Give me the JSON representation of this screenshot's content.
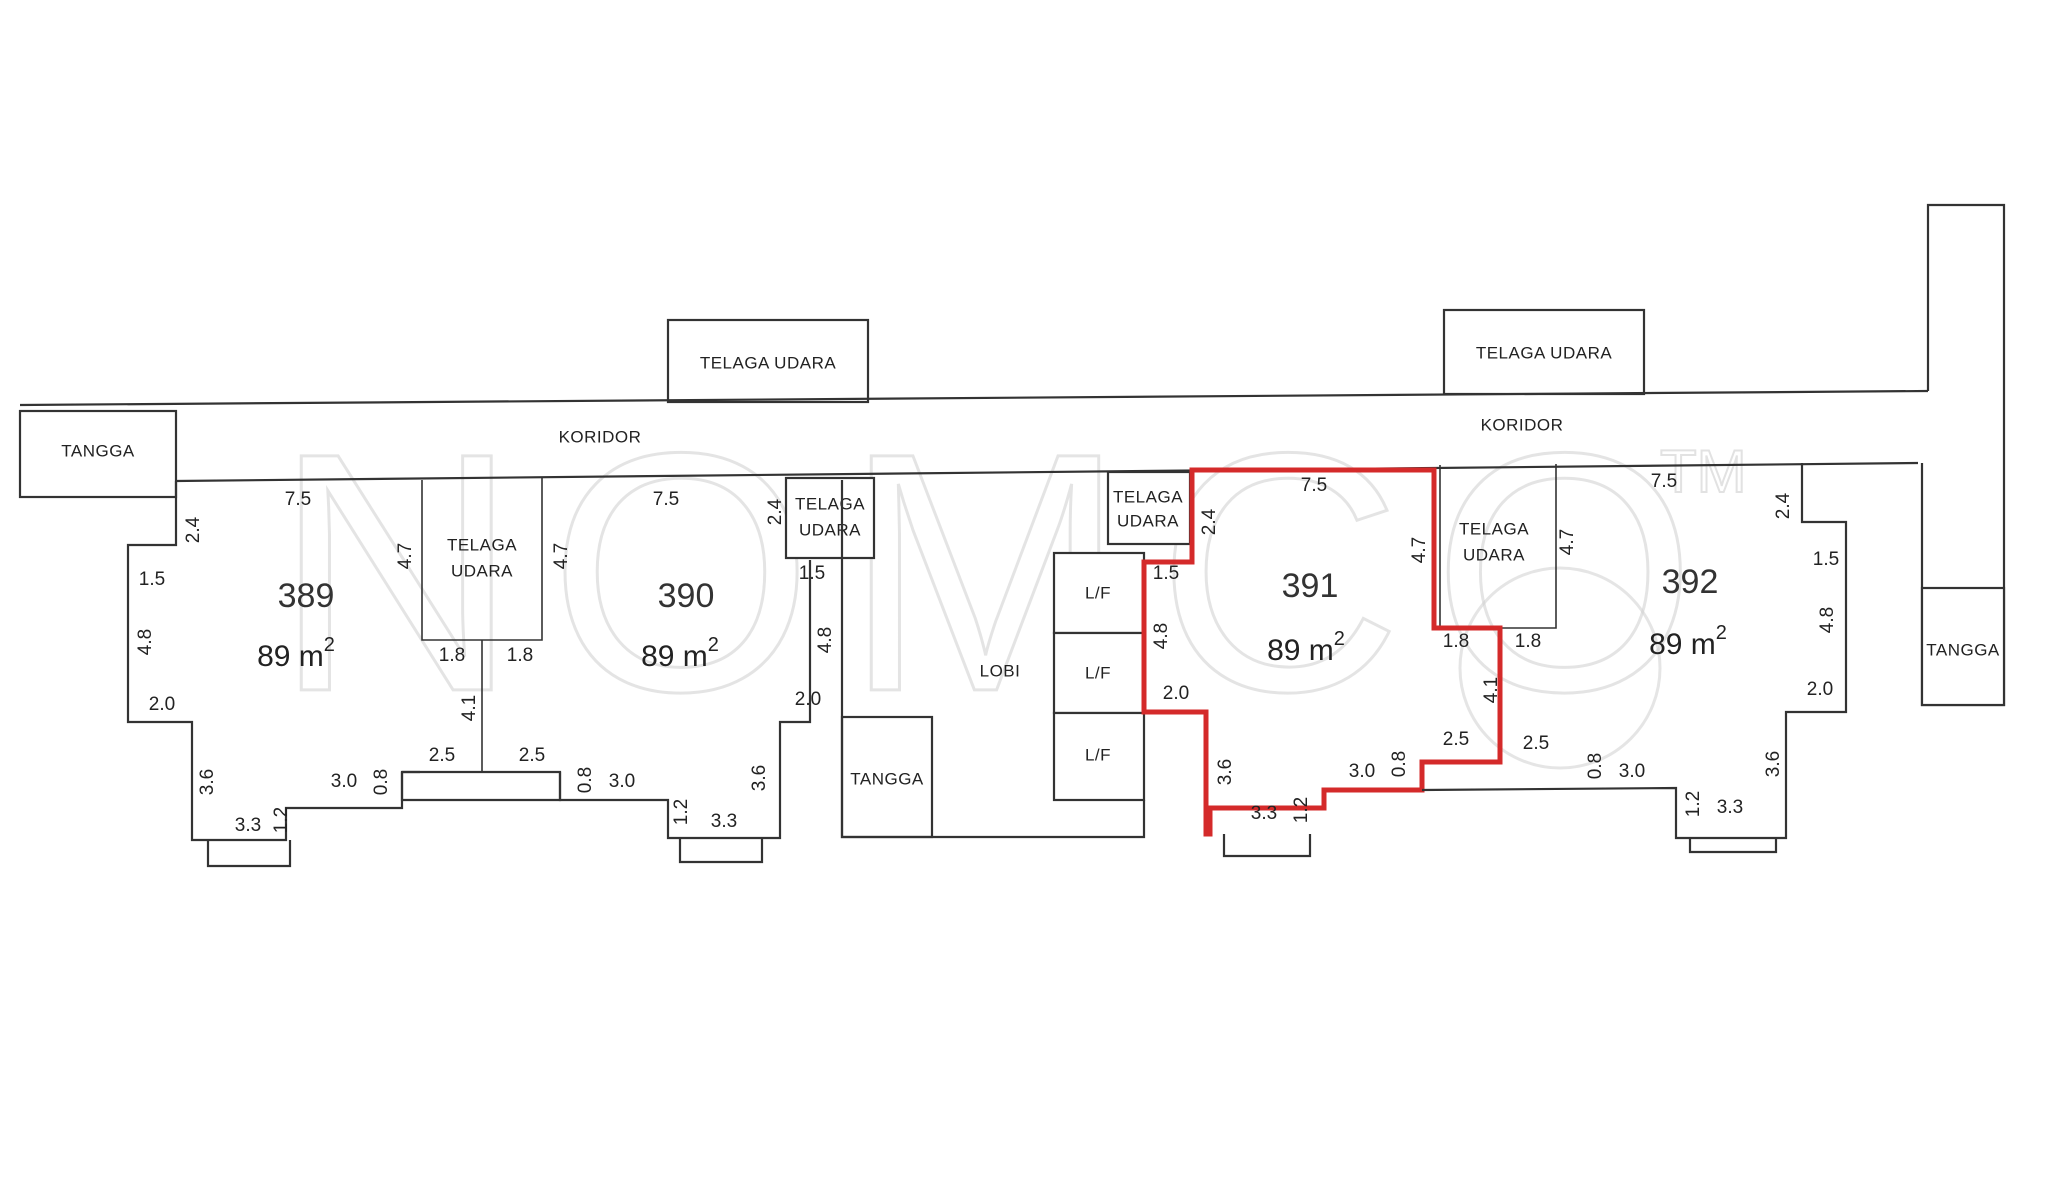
{
  "plan": {
    "watermark": {
      "text": "NOMCO",
      "tm": "TM"
    },
    "corridor_labels": [
      "KORIDOR",
      "KORIDOR"
    ],
    "stairs_labels": [
      "TANGGA",
      "TANGGA",
      "TANGGA"
    ],
    "air_well_labels": [
      "TELAGA UDARA",
      "TELAGA UDARA"
    ],
    "inner_air_wells": [
      {
        "line1": "TELAGA",
        "line2": "UDARA"
      },
      {
        "line1": "TELAGA",
        "line2": "UDARA"
      },
      {
        "line1": "TELAGA",
        "line2": "UDARA"
      },
      {
        "line1": "TELAGA",
        "line2": "UDARA"
      }
    ],
    "lift_labels": [
      "L/F",
      "L/F",
      "L/F"
    ],
    "lobby_label": "LOBI",
    "highlighted_unit": "391",
    "units": [
      {
        "number": "389",
        "area": "89 m",
        "sup": "2"
      },
      {
        "number": "390",
        "area": "89 m",
        "sup": "2"
      },
      {
        "number": "391",
        "area": "89 m",
        "sup": "2"
      },
      {
        "number": "392",
        "area": "89 m",
        "sup": "2"
      }
    ],
    "dimensions": [
      "7.5",
      "2.4",
      "1.5",
      "4.8",
      "2.0",
      "3.6",
      "3.3",
      "1.2",
      "3.0",
      "0.8",
      "2.5",
      "4.7",
      "1.8",
      "4.1",
      "7.5",
      "2.5",
      "0.8",
      "3.0",
      "1.8",
      "4.7",
      "2.4",
      "1.5",
      "4.8",
      "2.0",
      "3.6",
      "1.2",
      "3.3",
      "2.4",
      "7.5",
      "1.5",
      "4.8",
      "2.0",
      "3.6",
      "3.3",
      "1.2",
      "3.0",
      "0.8",
      "2.5",
      "1.8",
      "4.7",
      "4.1",
      "7.5",
      "2.4",
      "1.5",
      "4.8",
      "2.0",
      "3.6",
      "3.3",
      "1.2",
      "3.0",
      "0.8",
      "2.5",
      "1.8",
      "4.7"
    ]
  }
}
